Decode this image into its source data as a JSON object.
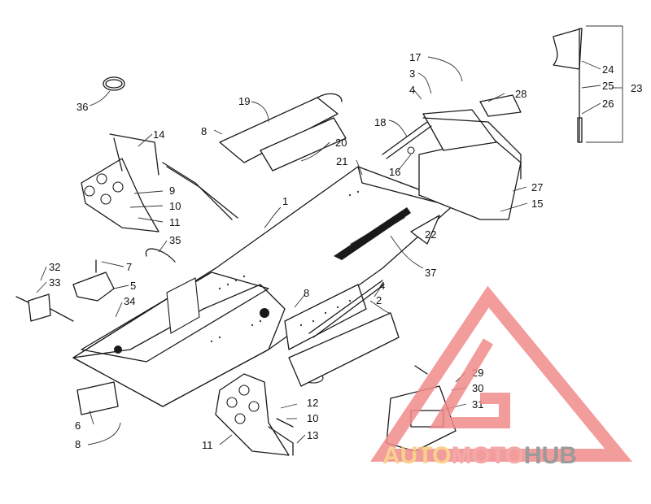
{
  "callouts": [
    {
      "id": "c1",
      "text": "1"
    },
    {
      "id": "c2",
      "text": "2"
    },
    {
      "id": "c3",
      "text": "3"
    },
    {
      "id": "c4a",
      "text": "4"
    },
    {
      "id": "c4b",
      "text": "4"
    },
    {
      "id": "c5",
      "text": "5"
    },
    {
      "id": "c6",
      "text": "6"
    },
    {
      "id": "c7",
      "text": "7"
    },
    {
      "id": "c8a",
      "text": "8"
    },
    {
      "id": "c8b",
      "text": "8"
    },
    {
      "id": "c8c",
      "text": "8"
    },
    {
      "id": "c9",
      "text": "9"
    },
    {
      "id": "c10a",
      "text": "10"
    },
    {
      "id": "c10b",
      "text": "10"
    },
    {
      "id": "c11a",
      "text": "11"
    },
    {
      "id": "c11b",
      "text": "11"
    },
    {
      "id": "c12",
      "text": "12"
    },
    {
      "id": "c13",
      "text": "13"
    },
    {
      "id": "c14",
      "text": "14"
    },
    {
      "id": "c15",
      "text": "15"
    },
    {
      "id": "c16",
      "text": "16"
    },
    {
      "id": "c17",
      "text": "17"
    },
    {
      "id": "c18",
      "text": "18"
    },
    {
      "id": "c19",
      "text": "19"
    },
    {
      "id": "c20",
      "text": "20"
    },
    {
      "id": "c21",
      "text": "21"
    },
    {
      "id": "c22",
      "text": "22"
    },
    {
      "id": "c23",
      "text": "23"
    },
    {
      "id": "c24",
      "text": "24"
    },
    {
      "id": "c25",
      "text": "25"
    },
    {
      "id": "c26",
      "text": "26"
    },
    {
      "id": "c27",
      "text": "27"
    },
    {
      "id": "c28",
      "text": "28"
    },
    {
      "id": "c29",
      "text": "29"
    },
    {
      "id": "c30",
      "text": "30"
    },
    {
      "id": "c31",
      "text": "31"
    },
    {
      "id": "c32",
      "text": "32"
    },
    {
      "id": "c33",
      "text": "33"
    },
    {
      "id": "c34",
      "text": "34"
    },
    {
      "id": "c35",
      "text": "35"
    },
    {
      "id": "c36",
      "text": "36"
    },
    {
      "id": "c37",
      "text": "37"
    }
  ],
  "watermark": {
    "word_part1": "AUTO",
    "word_part2": "MOTO",
    "word_part3": "HUB",
    "color_part1": "#f7c97a",
    "color_part2": "#f39a9a",
    "color_part3": "#8a8a8a",
    "logo_color": "#f28b8b"
  },
  "colors": {
    "line": "#1a1a1a",
    "background": "#ffffff"
  }
}
